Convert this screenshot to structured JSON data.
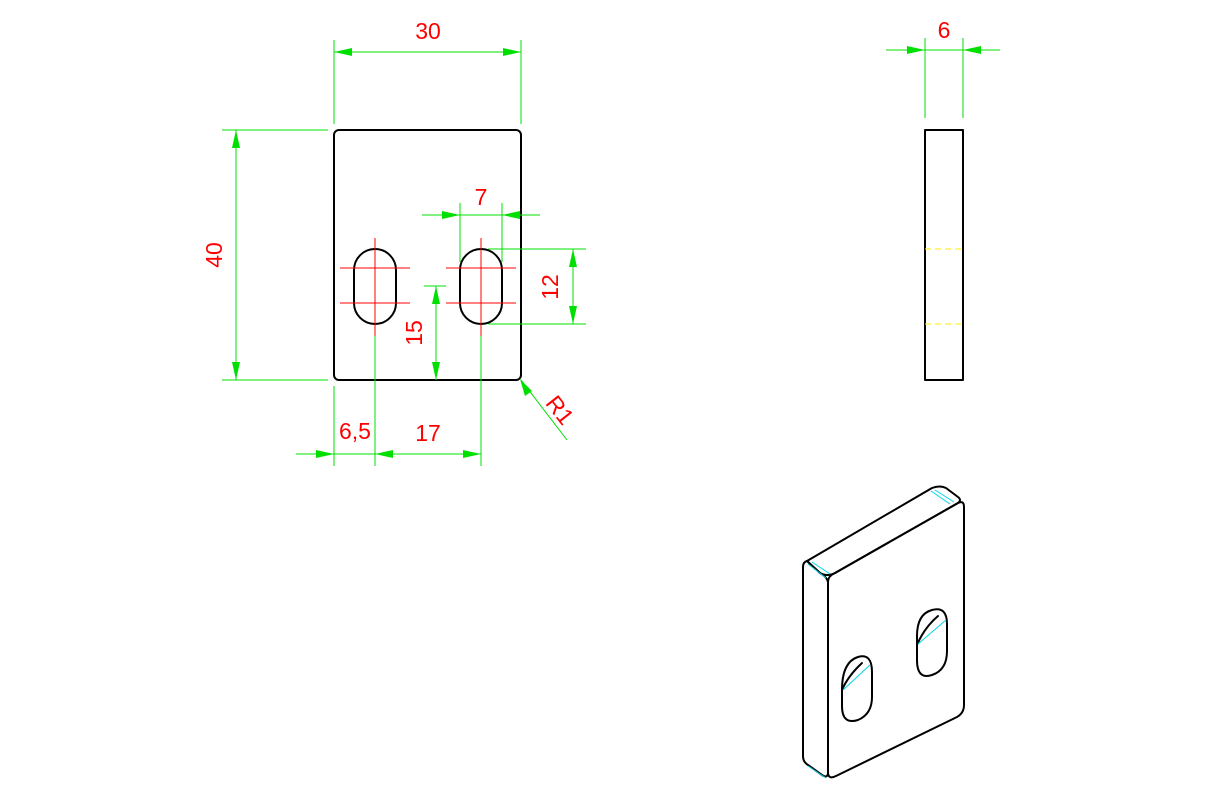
{
  "colors": {
    "object": "#000000",
    "dimension": "#00e000",
    "dimension_text": "#ff0000",
    "centerline": "#ff0000",
    "hidden": "#ffee00",
    "tangent": "#00d8e8"
  },
  "dimensions": {
    "width": "30",
    "height": "40",
    "thickness": "6",
    "slot_width": "7",
    "slot_length": "12",
    "slot_height": "15",
    "hole_offset": "6,5",
    "hole_spacing": "17",
    "corner_radius": "R1"
  }
}
